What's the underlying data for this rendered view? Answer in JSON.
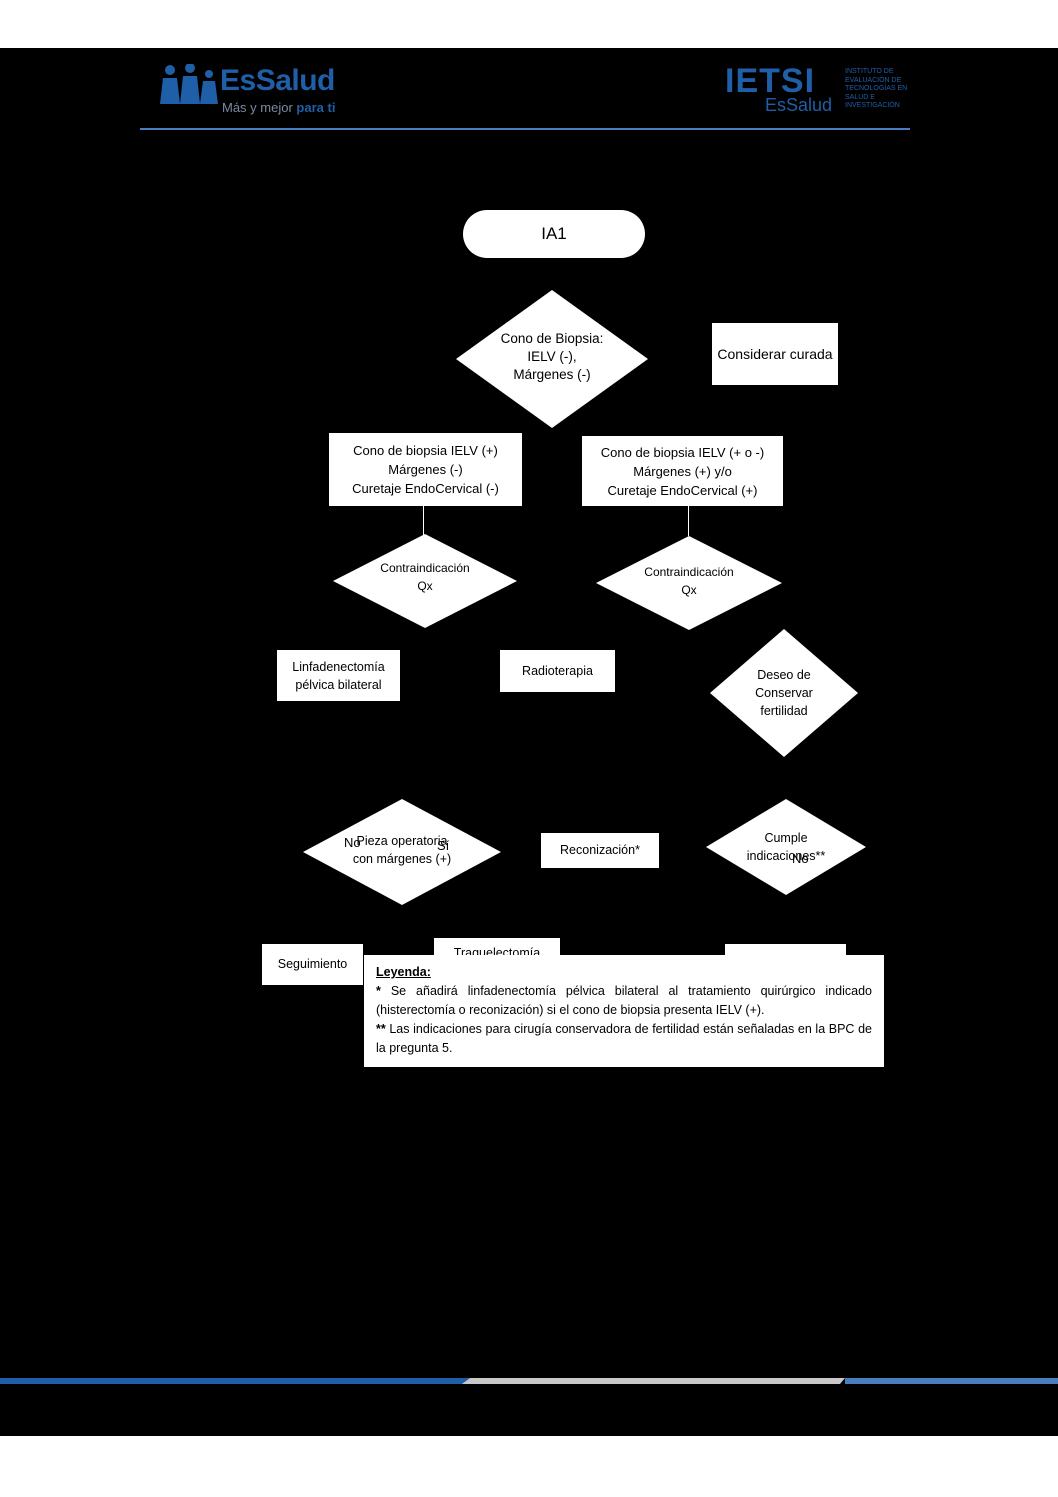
{
  "header": {
    "logo_left": {
      "brand": "EsSalud",
      "tagline_plain": "Más y mejor",
      "tagline_bold": "para ti"
    },
    "logo_right": {
      "acronym": "IETSI",
      "sub": "EsSalud",
      "institute": "Instituto de Evaluación de Tecnologías en Salud e Investigación"
    }
  },
  "flowchart": {
    "start": "IA1",
    "d_cono_biopsia": "Cono de Biopsia: IELV (-), Márgenes (-)",
    "considerar_curada": "Considerar curada",
    "box_left": [
      "Cono de biopsia IELV (+)",
      "Márgenes (-)",
      "Curetaje EndoCervical (-)"
    ],
    "box_right": [
      "Cono de biopsia IELV (+ o -)",
      "Márgenes (+)  y/o",
      "Curetaje EndoCervical (+)"
    ],
    "d_contra_left": [
      "Contraindicación",
      "Qx"
    ],
    "d_contra_right": [
      "Contraindicación",
      "Qx"
    ],
    "linfadenectomia": [
      "Linfadenectomía",
      "pélvica bilateral"
    ],
    "radioterapia": "Radioterapia",
    "d_deseo": [
      "Deseo de",
      "Conservar",
      "fertilidad"
    ],
    "d_pieza": [
      "Pieza operatoria",
      "con márgenes (+)"
    ],
    "label_no_left": "No",
    "label_si": "Sí",
    "reconizacion": "Reconización*",
    "d_cumple": [
      "Cumple",
      "indicaciones**"
    ],
    "label_no_right": "No",
    "seguimiento": "Seguimiento",
    "traquelectomia": "Traquelectomía"
  },
  "legend": {
    "title": "Leyenda:",
    "note1_mark": "*",
    "note1": "Se añadirá linfadenectomía pélvica bilateral al tratamiento quirúrgico indicado (histerectomía o reconización) si el cono de biopsia presenta IELV (+).",
    "note2_mark": "**",
    "note2": "Las indicaciones para cirugía conservadora de fertilidad están señaladas en la BPC de la pregunta 5."
  },
  "colors": {
    "brand_blue": "#1f5fa8",
    "rule_blue": "#4a7cc0",
    "page_bg": "#000000",
    "footer_gray": "#c8c8c8"
  }
}
